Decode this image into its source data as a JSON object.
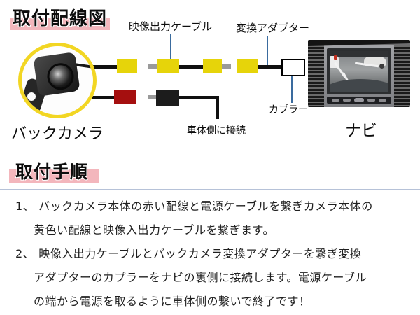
{
  "colors": {
    "accent-pink": "#f3b6bc",
    "ring-yellow": "#f2d623",
    "connector-yellow": "#e6d40a",
    "connector-red": "#a50f0f",
    "connector-black": "#1c1c1c",
    "plug-gray": "#9a9a9a",
    "wire-black": "#101010",
    "pointer-blue": "#3a6b9e",
    "divider-blue": "#b6c2d8"
  },
  "wiring": {
    "title": "取付配線図",
    "camera_label": "バックカメラ",
    "navi_label": "ナビ",
    "callouts": {
      "video_out": "映像出力ケーブル",
      "adapter": "変換アダプター",
      "coupler": "カプラー",
      "body_side": "車体側に接続"
    }
  },
  "steps": {
    "title": "取付手順",
    "items": [
      {
        "num": "1、",
        "lines": [
          "バックカメラ本体の赤い配線と電源ケーブルを繋ぎカメラ本体の",
          "黄色い配線と映像入出力ケーブルを繋ぎます。"
        ]
      },
      {
        "num": "2、",
        "lines": [
          "映像入出力ケーブルとバックカメラ変換アダプターを繋ぎ変換",
          "アダプターのカプラーをナビの裏側に接続します。電源ケーブル",
          "の端から電源を取るように車体側の繋いで終了です！"
        ]
      }
    ]
  }
}
